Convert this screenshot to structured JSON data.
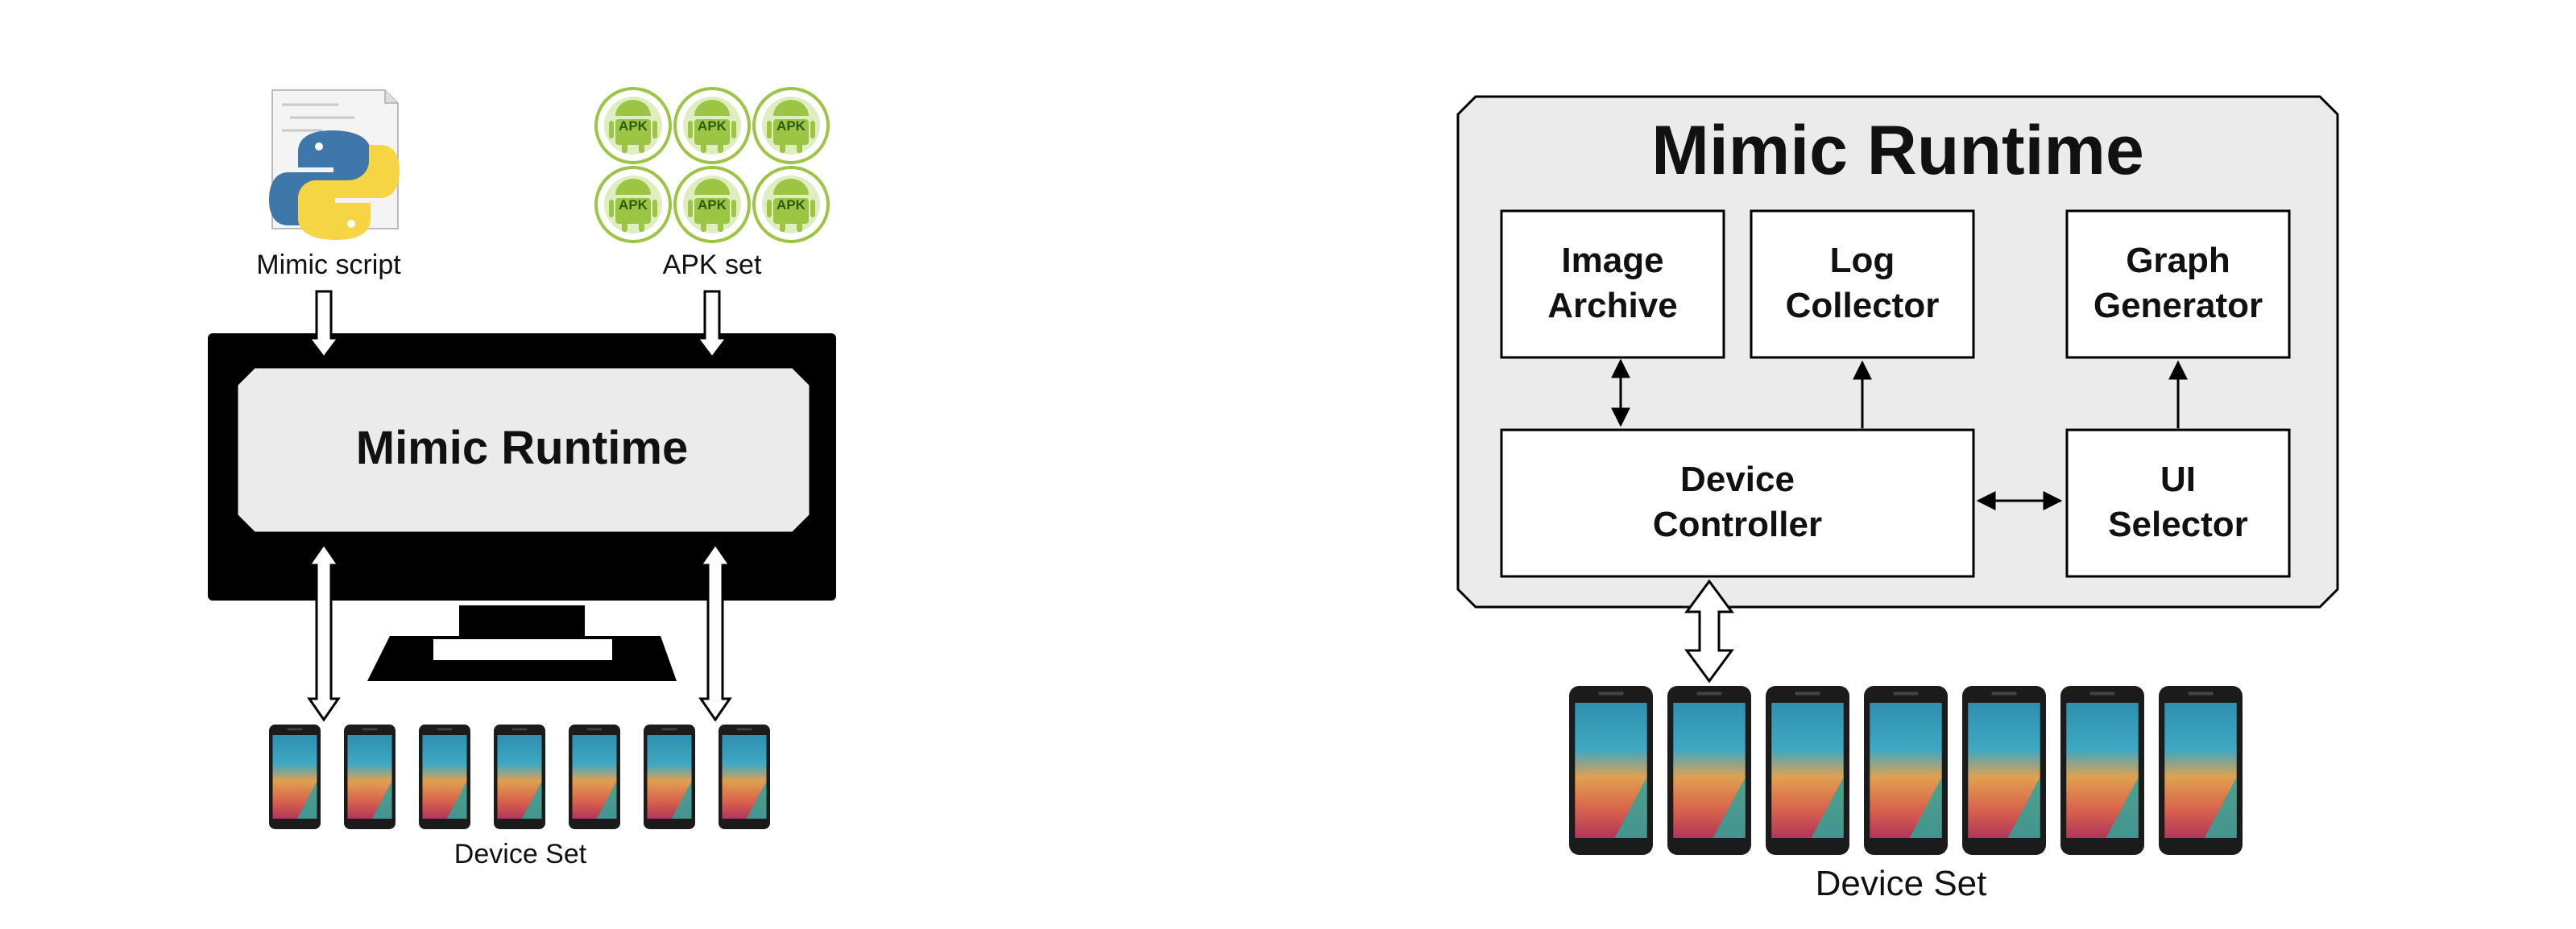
{
  "left": {
    "script_label": "Mimic script",
    "apk_label": "APK set",
    "apk_icon_text": "APK",
    "runtime_label": "Mimic Runtime",
    "device_label": "Device Set"
  },
  "right": {
    "runtime_title": "Mimic Runtime",
    "image_archive": [
      "Image",
      "Archive"
    ],
    "log_collector": [
      "Log",
      "Collector"
    ],
    "graph_generator": [
      "Graph",
      "Generator"
    ],
    "device_controller": [
      "Device",
      "Controller"
    ],
    "ui_selector": [
      "UI",
      "Selector"
    ],
    "device_label": "Device Set"
  },
  "colors": {
    "monitor": "#000000",
    "runtime_fill": "#ebebeb",
    "android_green": "#9cc544",
    "python_blue": "#3f77ab",
    "python_yellow": "#f6d545"
  }
}
